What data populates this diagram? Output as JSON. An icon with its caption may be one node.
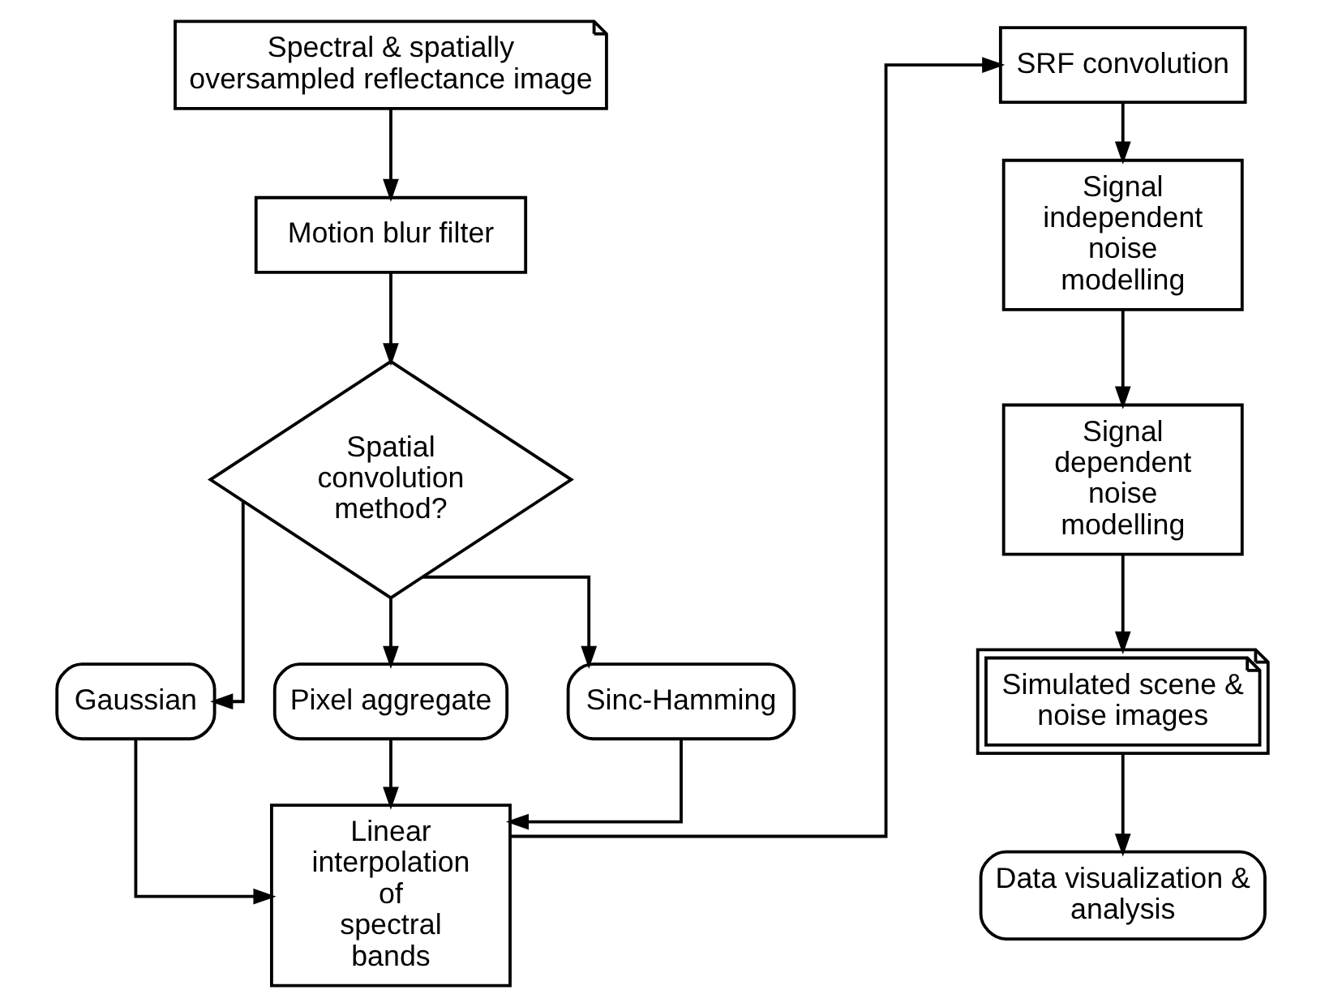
{
  "diagram": {
    "nodes": [
      {
        "text": [
          "Spectral & spatially oversampled reflectance image"
        ]
      },
      {
        "text": [
          "Motion blur filter"
        ]
      },
      {
        "text": [
          "Spatial convolution method?"
        ]
      },
      {
        "text": [
          "Gaussian"
        ]
      },
      {
        "text": [
          "Pixel aggregate"
        ]
      },
      {
        "text": [
          "Sinc-Hamming"
        ]
      },
      {
        "text": [
          "Linear interpolation of spectral bands"
        ]
      },
      {
        "text": [
          "SRF convolution"
        ]
      },
      {
        "text": [
          "Signal independent noise modelling"
        ]
      },
      {
        "text": [
          "Signal dependent noise modelling"
        ]
      },
      {
        "text": [
          "Simulated scene & noise images"
        ]
      },
      {
        "text": [
          "Data visualization & analysis"
        ]
      }
    ],
    "edges": [
      {
        "from": 0,
        "to": 1,
        "arrow": "to"
      },
      {
        "from": 1,
        "to": 2,
        "arrow": "to"
      },
      {
        "from": 2,
        "to": 3,
        "arrow": "to"
      },
      {
        "from": 2,
        "to": 4,
        "arrow": "to"
      },
      {
        "from": 2,
        "to": 5,
        "arrow": "to"
      },
      {
        "from": 3,
        "to": 6,
        "arrow": "to"
      },
      {
        "from": 4,
        "to": 6,
        "arrow": "to"
      },
      {
        "from": 5,
        "to": 6,
        "arrow": "to"
      },
      {
        "from": 6,
        "to": 7,
        "arrow": "to"
      },
      {
        "from": 7,
        "to": 8,
        "arrow": "to"
      },
      {
        "from": 8,
        "to": 9,
        "arrow": "to"
      },
      {
        "from": 9,
        "to": 10,
        "arrow": "to"
      },
      {
        "from": 10,
        "to": 11,
        "arrow": "to"
      }
    ]
  }
}
